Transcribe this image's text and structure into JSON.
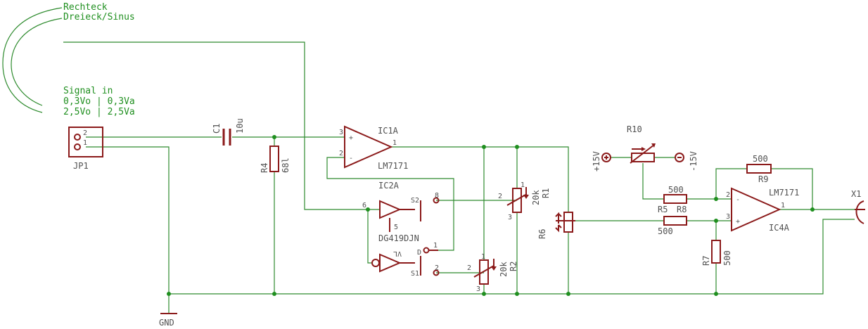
{
  "notes": {
    "line1": "Rechteck",
    "line2": "Dreieck/Sinus",
    "signal_title": "Signal in",
    "signal_row1": "0,3Vo | 0,3Va",
    "signal_row2": "2,5Vo | 2,5Va"
  },
  "components": {
    "jp1": {
      "name": "JP1",
      "pin1": "1",
      "pin2": "2"
    },
    "c1": {
      "name": "C1",
      "value": "10u"
    },
    "r4": {
      "name": "R4",
      "value": "68l"
    },
    "ic1a": {
      "name": "IC1A",
      "value": "LM7171",
      "pin1": "1",
      "pin2": "2",
      "pin3": "3",
      "plus": "+",
      "minus": "-"
    },
    "ic2a": {
      "name": "IC2A",
      "value": "DG419DJN",
      "pin_in": "6",
      "pin5": "5",
      "pin_vl": "VL",
      "s2": "S2",
      "s2_pin": "8",
      "s1": "S1",
      "s1_pin": "2",
      "d": "D",
      "d_pin": "1"
    },
    "r1": {
      "name": "R1",
      "value": "20k",
      "pin1": "1",
      "pin2": "2",
      "pin3": "3"
    },
    "r2": {
      "name": "R2",
      "value": "20k",
      "pin1": "1",
      "pin2": "2",
      "pin3": "3"
    },
    "r6": {
      "name": "R6"
    },
    "r10": {
      "name": "R10",
      "plus": "+15V",
      "minus": "-15V"
    },
    "r5": {
      "name": "R5",
      "value": "500"
    },
    "r8": {
      "name": "R8",
      "value": "500"
    },
    "r9": {
      "name": "R9",
      "value": "500"
    },
    "r7": {
      "name": "R7",
      "value": "500"
    },
    "ic4a": {
      "name": "IC4A",
      "value": "LM7171",
      "pin1": "1",
      "pin2": "2",
      "pin3": "3",
      "plus": "+",
      "minus": "-"
    },
    "x1": {
      "name": "X1"
    },
    "gnd": {
      "name": "GND"
    }
  },
  "colors": {
    "wire": "#2e8b2e",
    "part": "#8b1a1a",
    "junction": "#1f8f1f",
    "label": "#505050"
  }
}
